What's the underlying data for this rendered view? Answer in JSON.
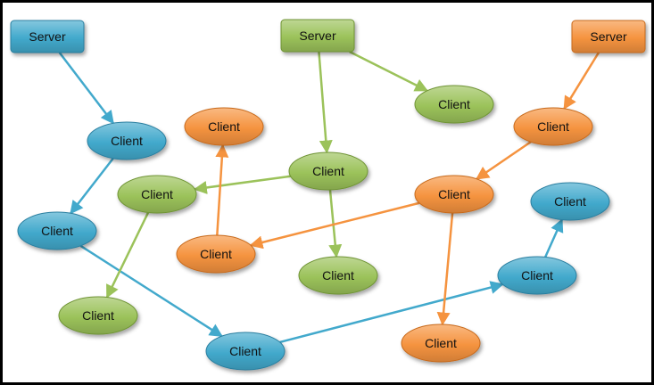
{
  "colors": {
    "blue": "#42A9CC",
    "green": "#9BC25A",
    "orange": "#F5933F",
    "blue_edge": "#2B7FA0",
    "green_edge": "#6F9435",
    "orange_edge": "#C86A1B"
  },
  "nodes": [
    {
      "id": "blue-server",
      "kind": "server",
      "group": "blue",
      "label": "Server"
    },
    {
      "id": "green-server",
      "kind": "server",
      "group": "green",
      "label": "Server"
    },
    {
      "id": "orange-server",
      "kind": "server",
      "group": "orange",
      "label": "Server"
    },
    {
      "id": "b1",
      "kind": "client",
      "group": "blue",
      "label": "Client"
    },
    {
      "id": "b2",
      "kind": "client",
      "group": "blue",
      "label": "Client"
    },
    {
      "id": "b3",
      "kind": "client",
      "group": "blue",
      "label": "Client"
    },
    {
      "id": "b4",
      "kind": "client",
      "group": "blue",
      "label": "Client"
    },
    {
      "id": "b5",
      "kind": "client",
      "group": "blue",
      "label": "Client"
    },
    {
      "id": "g1",
      "kind": "client",
      "group": "green",
      "label": "Client"
    },
    {
      "id": "g2",
      "kind": "client",
      "group": "green",
      "label": "Client"
    },
    {
      "id": "g3",
      "kind": "client",
      "group": "green",
      "label": "Client"
    },
    {
      "id": "g4",
      "kind": "client",
      "group": "green",
      "label": "Client"
    },
    {
      "id": "g5",
      "kind": "client",
      "group": "green",
      "label": "Client"
    },
    {
      "id": "o1",
      "kind": "client",
      "group": "orange",
      "label": "Client"
    },
    {
      "id": "o2",
      "kind": "client",
      "group": "orange",
      "label": "Client"
    },
    {
      "id": "o3",
      "kind": "client",
      "group": "orange",
      "label": "Client"
    },
    {
      "id": "o4",
      "kind": "client",
      "group": "orange",
      "label": "Client"
    },
    {
      "id": "o5",
      "kind": "client",
      "group": "orange",
      "label": "Client"
    }
  ],
  "edges": [
    {
      "from": "blue-server",
      "to": "b1",
      "group": "blue"
    },
    {
      "from": "b1",
      "to": "b2",
      "group": "blue"
    },
    {
      "from": "b2",
      "to": "b3",
      "group": "blue"
    },
    {
      "from": "b3",
      "to": "b4",
      "group": "blue"
    },
    {
      "from": "b4",
      "to": "b5",
      "group": "blue"
    },
    {
      "from": "green-server",
      "to": "g1",
      "group": "green"
    },
    {
      "from": "green-server",
      "to": "g2",
      "group": "green"
    },
    {
      "from": "g2",
      "to": "g3",
      "group": "green"
    },
    {
      "from": "g2",
      "to": "g4",
      "group": "green"
    },
    {
      "from": "g3",
      "to": "g5",
      "group": "green"
    },
    {
      "from": "orange-server",
      "to": "o1",
      "group": "orange"
    },
    {
      "from": "o1",
      "to": "o2",
      "group": "orange"
    },
    {
      "from": "o2",
      "to": "o3",
      "group": "orange"
    },
    {
      "from": "o3",
      "to": "o4",
      "group": "orange"
    },
    {
      "from": "o2",
      "to": "o5",
      "group": "orange"
    }
  ]
}
